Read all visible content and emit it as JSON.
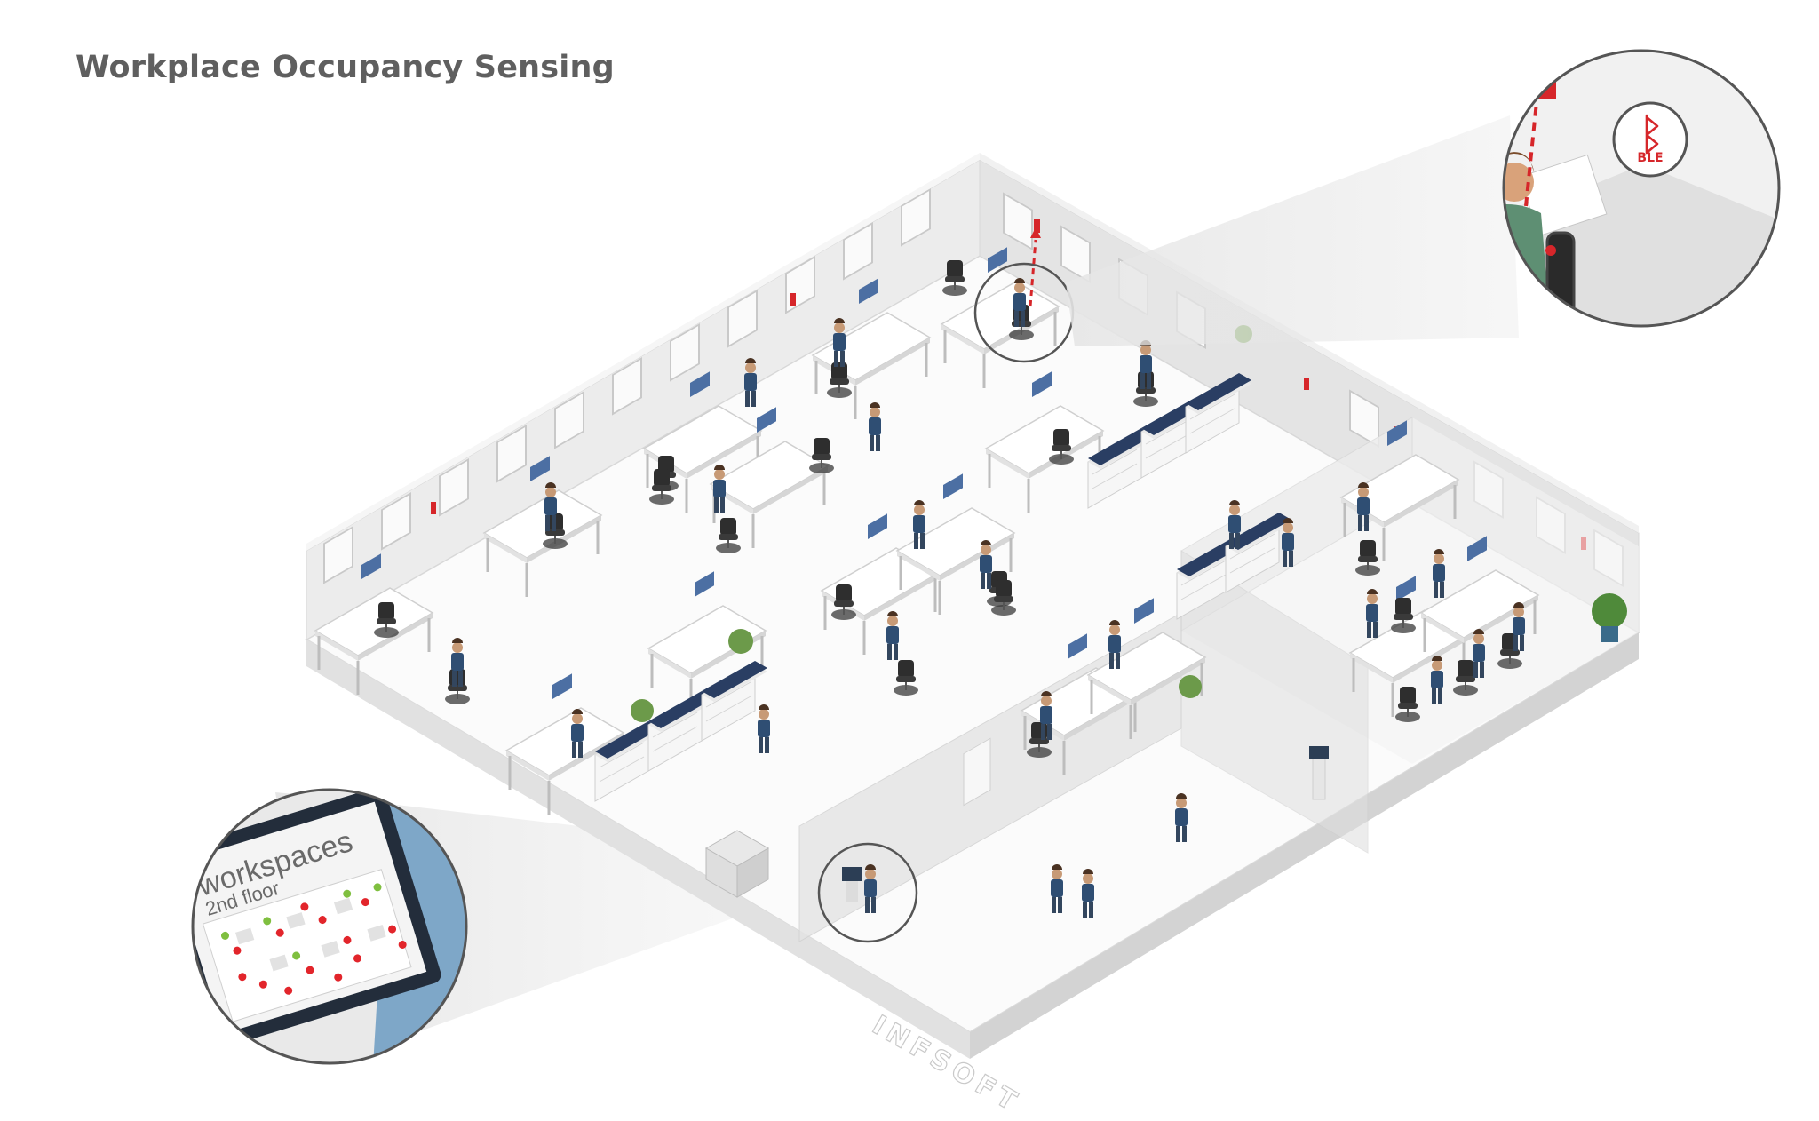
{
  "title": "Workplace Occupancy Sensing",
  "ble_badge": {
    "label": "BLE",
    "icon": "bluetooth-icon",
    "color": "#d6262a"
  },
  "floor_panel": {
    "heading": "workspaces",
    "subheading": "2nd floor"
  },
  "brand_mark": "INFSOFT",
  "colors": {
    "sensor_red": "#d6262a",
    "occupied": "#e2252b",
    "free": "#7fbf3f",
    "floor": "#fbfbfb",
    "wall": "#ececec"
  }
}
